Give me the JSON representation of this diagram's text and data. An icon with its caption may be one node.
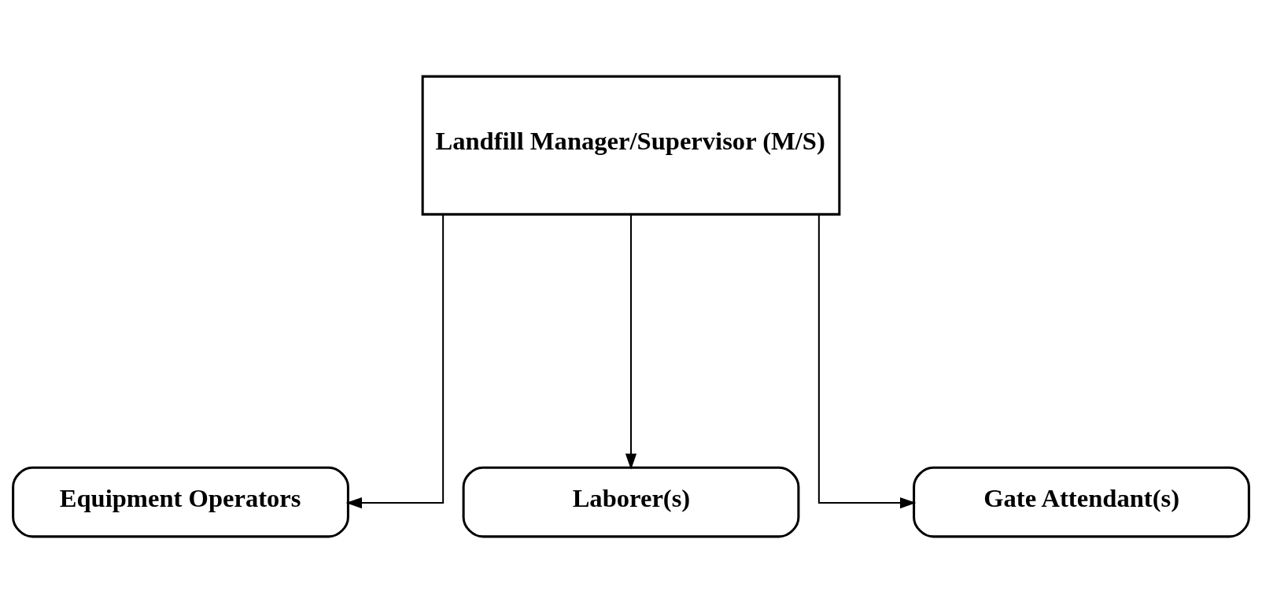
{
  "diagram": {
    "nodes": [
      {
        "text": [
          "Landfill Manager/Supervisor (M/S)"
        ]
      },
      {
        "text": [
          "Equipment Operators"
        ]
      },
      {
        "text": [
          "Laborer(s)"
        ]
      },
      {
        "text": [
          "Gate Attendant(s)"
        ]
      }
    ],
    "edges": [
      {
        "from": 0,
        "to": 1,
        "arrow": "to"
      },
      {
        "from": 0,
        "to": 2,
        "arrow": "to"
      },
      {
        "from": 0,
        "to": 3,
        "arrow": "to"
      }
    ]
  }
}
